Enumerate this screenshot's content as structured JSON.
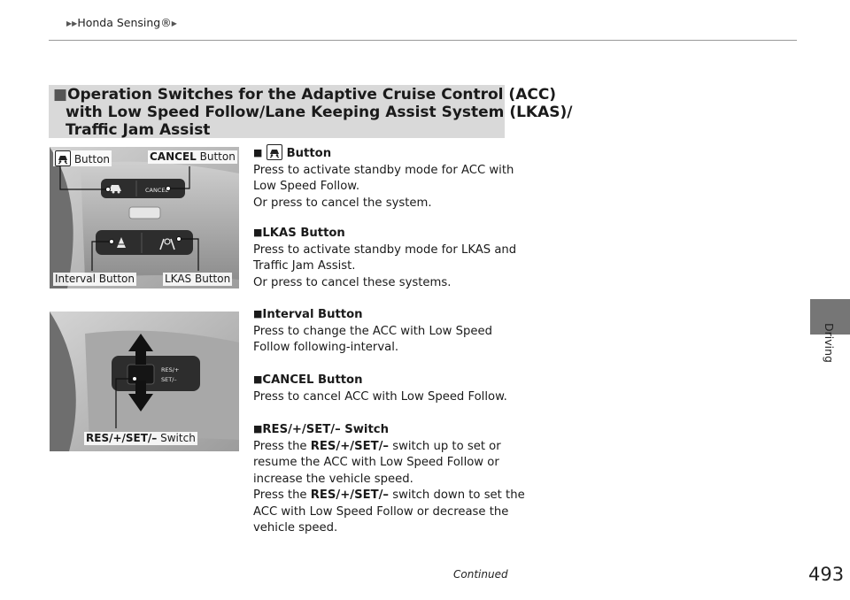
{
  "header": {
    "breadcrumb": "Honda Sensing®"
  },
  "side_tab": {
    "label": "Driving"
  },
  "section": {
    "title_line1": "Operation Switches for the Adaptive Cruise Control (ACC)",
    "title_line2": "with Low Speed Follow/Lane Keeping Assist System (LKAS)/",
    "title_line3": "Traffic Jam Assist"
  },
  "figure1": {
    "label_button": "Button",
    "label_cancel_bold": "CANCEL",
    "label_cancel_rest": " Button",
    "label_interval": "Interval Button",
    "label_lkas": "LKAS Button",
    "switch_cancel_text": "CANCEL"
  },
  "figure2": {
    "label_switch_bold": "RES/+/SET/–",
    "label_switch_rest": " Switch",
    "switch_res_text": "RES/+",
    "switch_set_text": "SET/–"
  },
  "items": [
    {
      "heading": "Button",
      "lines": [
        "Press to activate standby mode for ACC with",
        "Low Speed Follow.",
        "Or press to cancel the system."
      ]
    },
    {
      "heading": "LKAS Button",
      "lines": [
        "Press to activate standby mode for LKAS and",
        "Traffic Jam Assist.",
        "Or press to cancel these systems."
      ]
    },
    {
      "heading": "Interval Button",
      "lines": [
        "Press to change the ACC with Low Speed",
        "Follow following-interval."
      ]
    },
    {
      "heading": "CANCEL Button",
      "lines": [
        "Press to cancel ACC with Low Speed Follow."
      ]
    },
    {
      "heading": "RES/+/SET/– Switch",
      "line1_pre": "Press the ",
      "line1_bold": "RES/+/SET/–",
      "line1_post": " switch up to set or",
      "line2": "resume the ACC with Low Speed Follow or",
      "line3": "increase the vehicle speed.",
      "line4_pre": "Press the ",
      "line4_bold": "RES/+/SET/–",
      "line4_post": " switch down to set the",
      "line5": "ACC with Low Speed Follow or decrease the",
      "line6": "vehicle speed."
    }
  ],
  "footer": {
    "continued": "Continued",
    "page_number": "493"
  },
  "bullet": "■",
  "icons": [
    "acc-car-icon",
    "lkas-icon",
    "interval-icon",
    "arrow-up-icon",
    "arrow-down-icon"
  ]
}
